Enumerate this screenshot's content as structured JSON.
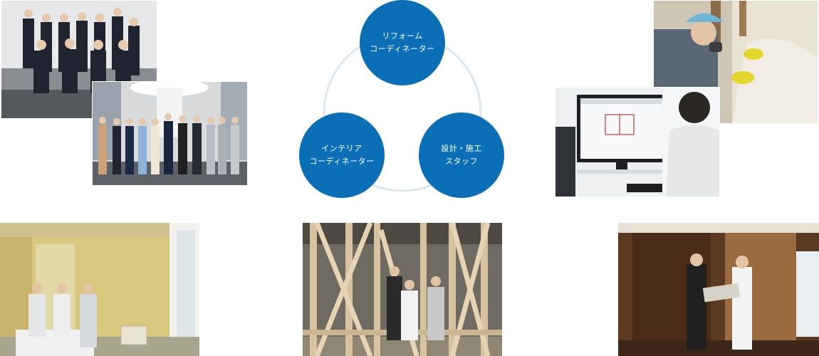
{
  "diagram": {
    "nodes": [
      {
        "line1": "リフォーム",
        "line2": "コーディネーター"
      },
      {
        "line1": "インテリア",
        "line2": "コーディネーター"
      },
      {
        "line1": "設計・施工",
        "line2": "スタッフ"
      }
    ],
    "colors": {
      "node": "#0b6fb8",
      "ring": "#dbe7f2"
    }
  },
  "photos": [
    {
      "icon": "team-group-photo-icon"
    },
    {
      "icon": "staff-group-photo-icon"
    },
    {
      "icon": "worker-inspection-photo-icon"
    },
    {
      "icon": "cad-design-photo-icon"
    },
    {
      "icon": "room-inspection-photo-icon"
    },
    {
      "icon": "timber-frame-photo-icon"
    },
    {
      "icon": "client-consultation-photo-icon"
    }
  ]
}
